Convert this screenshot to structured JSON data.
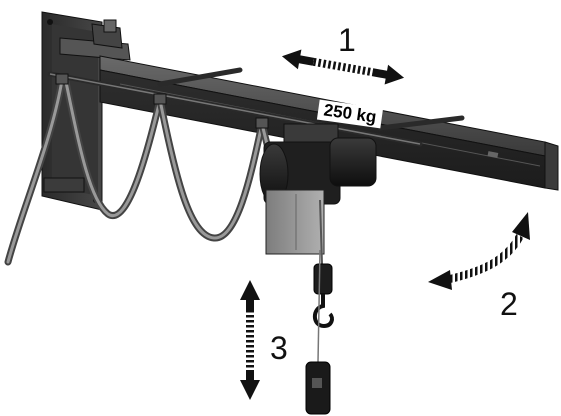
{
  "diagram": {
    "movement_labels": {
      "travel": "1",
      "slew": "2",
      "lift": "3"
    },
    "load_label": "250 kg",
    "colors": {
      "steel_dark": "#2b2b2b",
      "steel_mid": "#4a4a4a",
      "steel_light": "#8c8c8c",
      "arrow": "#111111",
      "background": "#ffffff"
    }
  }
}
